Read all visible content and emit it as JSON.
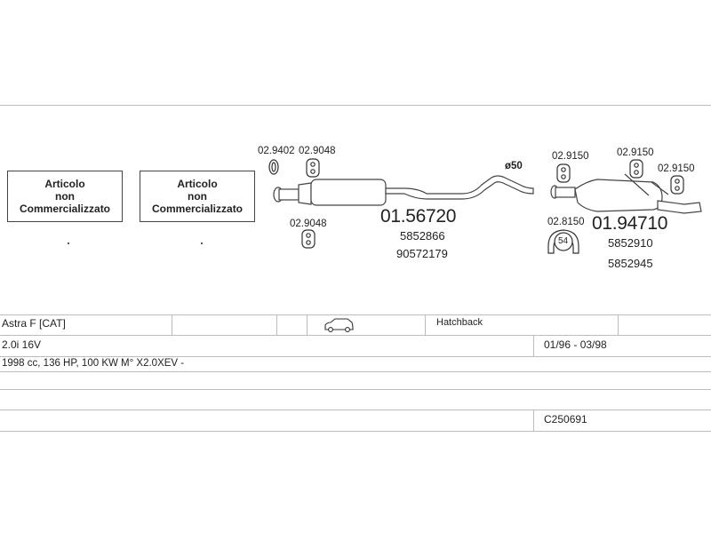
{
  "boxes": [
    {
      "line1": "Articolo",
      "line2": "non",
      "line3": "Commercializzato"
    },
    {
      "line1": "Articolo",
      "line2": "non",
      "line3": "Commercializzato"
    }
  ],
  "parts": {
    "left_top_code_1": "02.9402",
    "left_top_code_2": "02.9048",
    "left_bottom_code": "02.9048",
    "front_main_code": "01.56720",
    "front_ref_1": "5852866",
    "front_ref_2": "90572179",
    "pipe_diameter": "ø50",
    "rear_code_1": "02.9150",
    "rear_code_2": "02.9150",
    "rear_code_3": "02.9150",
    "rear_lower_code": "02.8150",
    "clamp_size": "54",
    "rear_main_code": "01.94710",
    "rear_ref_1": "5852910",
    "rear_ref_2": "5852945"
  },
  "vehicle": {
    "model": "Astra F  [CAT]",
    "body": "Hatchback",
    "engine": "2.0i 16V",
    "years": "01/96 - 03/98",
    "spec": "1998 cc, 136 HP, 100 KW M° X2.0XEV -",
    "catalog_code": "C250691"
  },
  "icons": {
    "car": "car-icon",
    "hanger": "rubber-hanger-icon",
    "clamp": "pipe-clamp-icon",
    "ring": "gasket-ring-icon"
  }
}
